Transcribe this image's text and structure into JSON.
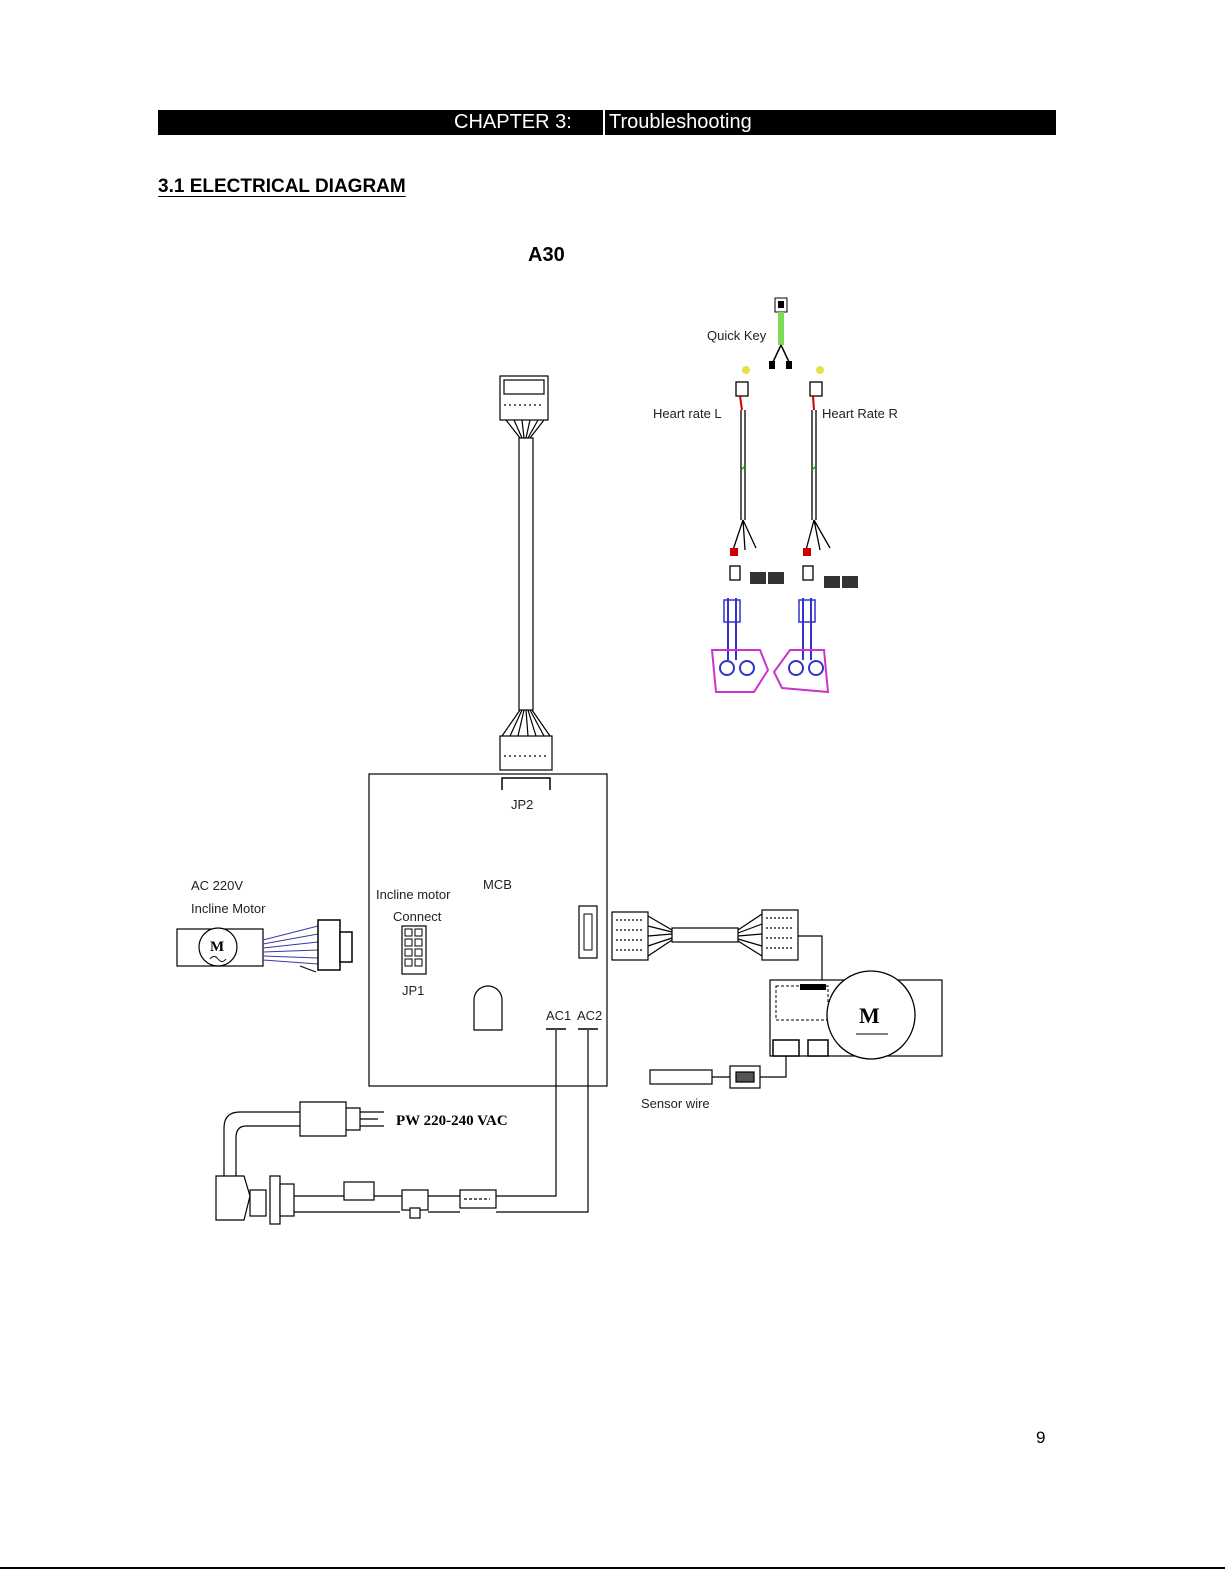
{
  "header": {
    "chapter_number": "CHAPTER 3:",
    "chapter_name": "Troubleshooting"
  },
  "section": {
    "title": "3.1 ELECTRICAL DIAGRAM"
  },
  "diagram": {
    "model": "A30",
    "labels": {
      "quick_key": "Quick Key",
      "heart_rate_l": "Heart rate L",
      "heart_rate_r": "Heart Rate R",
      "jp2": "JP2",
      "mcb": "MCB",
      "incline_motor": "Incline motor",
      "connect": "Connect",
      "jp1": "JP1",
      "ac1": "AC1",
      "ac2": "AC2",
      "ac_220v": "AC 220V",
      "incline_motor_side": "Incline Motor",
      "power": "PW 220-240 VAC",
      "sensor_wire": "Sensor wire",
      "motor_symbol": "M"
    },
    "colors": {
      "black": "#000000",
      "quick_key_green": "#7ed957",
      "sensor_yellow": "#e8e04a",
      "plate_magenta": "#cc33cc",
      "wire_blue": "#3333cc"
    }
  },
  "footer": {
    "page_number": "9"
  }
}
